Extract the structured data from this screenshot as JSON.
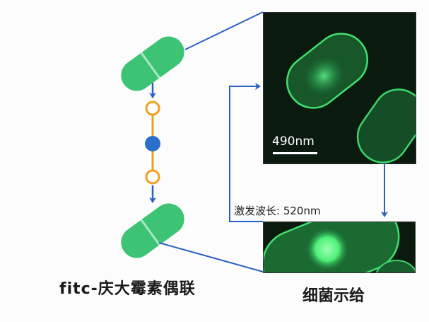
{
  "diagram": {
    "left_title": "fitc-庆大霉素偶联",
    "right_title": "细菌示给",
    "excitation_label": "激发波长: 520nm",
    "scale_bar_label": "490nm",
    "colors": {
      "bacterium_green": "#3cc374",
      "arrow_blue": "#2a5fc4",
      "linker_orange": "#f0a020",
      "node_blue": "#2a6fc9",
      "fluorescence_green": "#3ee66e",
      "micrograph_bg": "#0a1a0e"
    },
    "molecule": {
      "nodes": [
        "open-ring",
        "filled-dot",
        "open-ring"
      ]
    }
  }
}
